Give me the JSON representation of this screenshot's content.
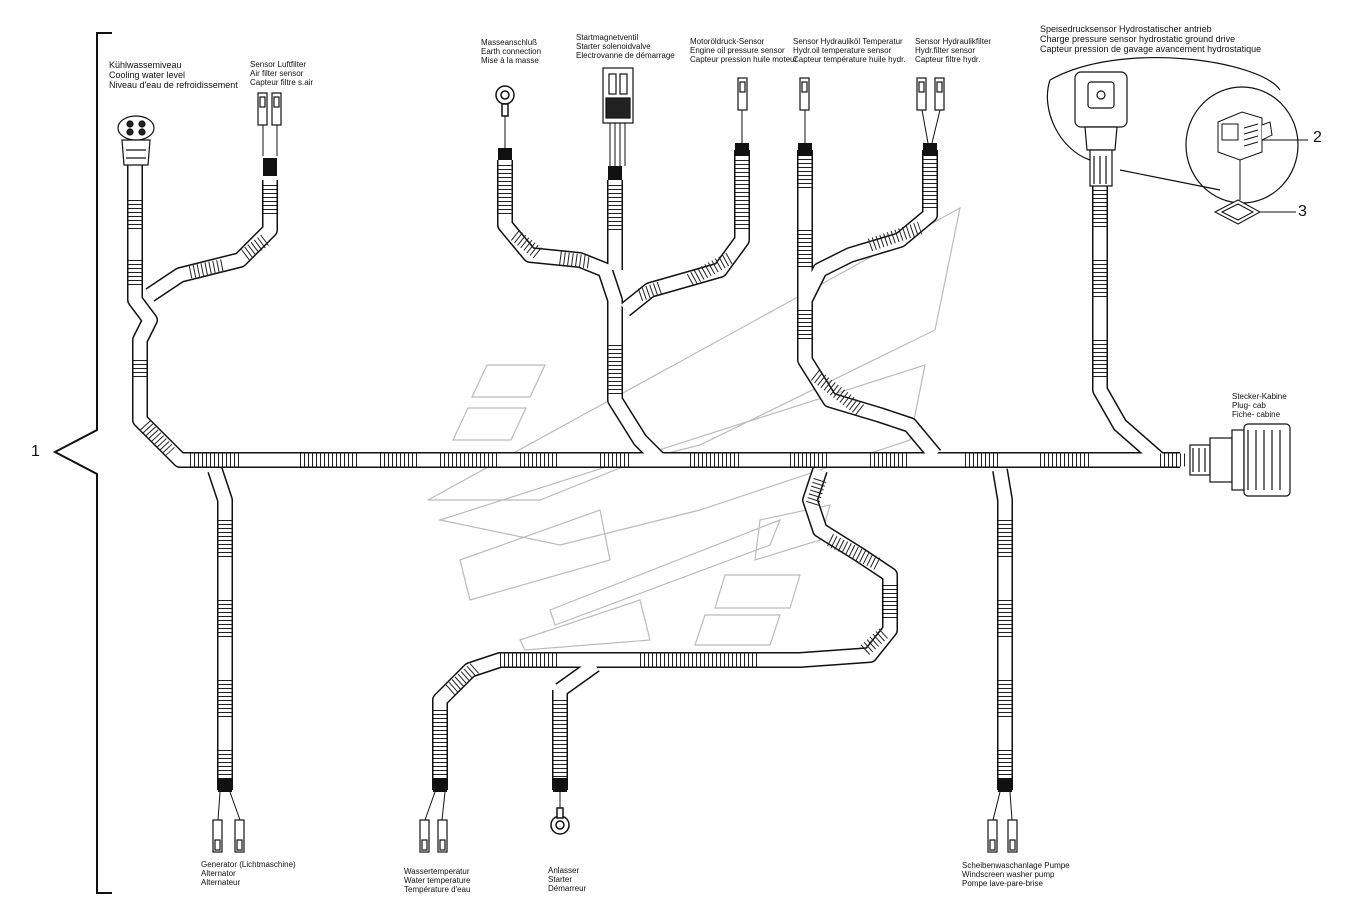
{
  "callouts": {
    "one": "1",
    "two": "2",
    "three": "3"
  },
  "labels": {
    "cooling_water": [
      "Kühlwassemiveau",
      "Cooling water level",
      "Niveau d'eau de refroidissement"
    ],
    "air_filter": [
      "Sensor Luftfilter",
      "Air filter sensor",
      "Capteur filtre s.air"
    ],
    "earth": [
      "Masseanschluß",
      "Earth connection",
      "Mise à la masse"
    ],
    "starter_solenoid": [
      "Startmagnetventil",
      "Starter solenoidvalve",
      "Electrovanne de démarrage"
    ],
    "oil_pressure": [
      "Motoröldruck-Sensor",
      "Engine oil pressure sensor",
      "Capteur pression huile moteur"
    ],
    "hyd_temp": [
      "Sensor Hydrauliköl Temperatur",
      "Hydr.oil temperature sensor",
      "Capteur température huile hydr."
    ],
    "hyd_filter": [
      "Sensor Hydraulikfilter",
      "Hydr.filter sensor",
      "Capteur filtre hydr."
    ],
    "charge_pressure": [
      "Speisedrucksensor Hydrostatischer antrieb",
      "Charge pressure sensor hydrostatic ground drive",
      "Capteur pression de gavage avancement hydrostatique"
    ],
    "plug_cab": [
      "Stecker-Kabine",
      "Plug- cab",
      "Fiche- cabine"
    ],
    "alternator": [
      "Generator (Lichtmaschine)",
      "Alternator",
      "Alternateur"
    ],
    "water_temp": [
      "Wassertemperatur",
      "Water temperature",
      "Température d'eau"
    ],
    "starter": [
      "Anlasser",
      "Starter",
      "Démarreur"
    ],
    "washer_pump": [
      "Scheibenwaschanlage Pumpe",
      "Windscreen washer pump",
      "Pompe lave-pare-brise"
    ]
  }
}
